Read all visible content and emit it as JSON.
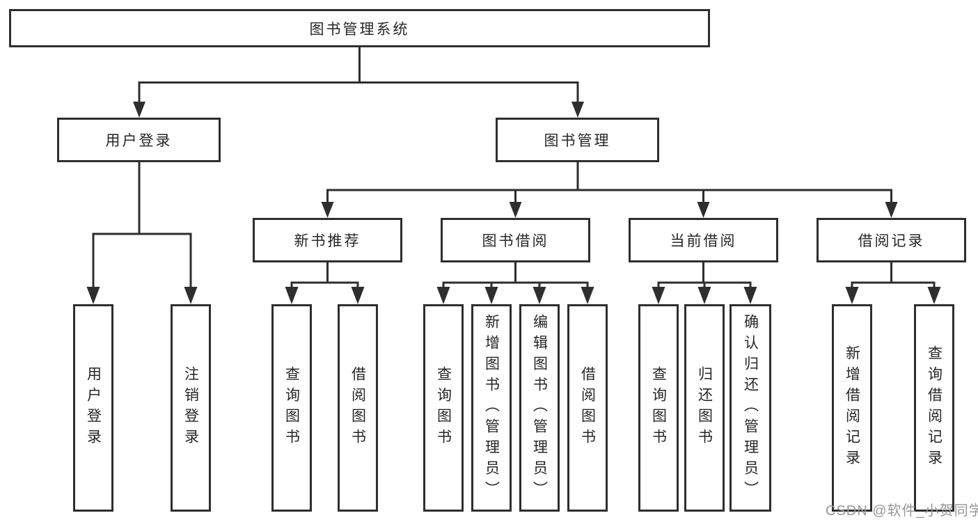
{
  "tree": {
    "root": {
      "label": "图书管理系统"
    },
    "branches": [
      {
        "label": "用户登录",
        "children": [
          "用户登录",
          "注销登录"
        ]
      },
      {
        "label": "图书管理",
        "groups": [
          {
            "label": "新书推荐",
            "children": [
              "查询图书",
              "借阅图书"
            ]
          },
          {
            "label": "图书借阅",
            "children": [
              "查询图书",
              "新增图书（管理员）",
              "编辑图书（管理员）",
              "借阅图书"
            ]
          },
          {
            "label": "当前借阅",
            "children": [
              "查询图书",
              "归还图书",
              "确认归还（管理员）"
            ]
          },
          {
            "label": "借阅记录",
            "children": [
              "新增借阅记录",
              "查询借阅记录"
            ]
          }
        ]
      }
    ]
  },
  "watermark": "CSDN @软件_小贺同学",
  "colors": {
    "line": "#2e2e2e",
    "text": "#262626",
    "watermark": "#969696",
    "background": "#ffffff"
  }
}
